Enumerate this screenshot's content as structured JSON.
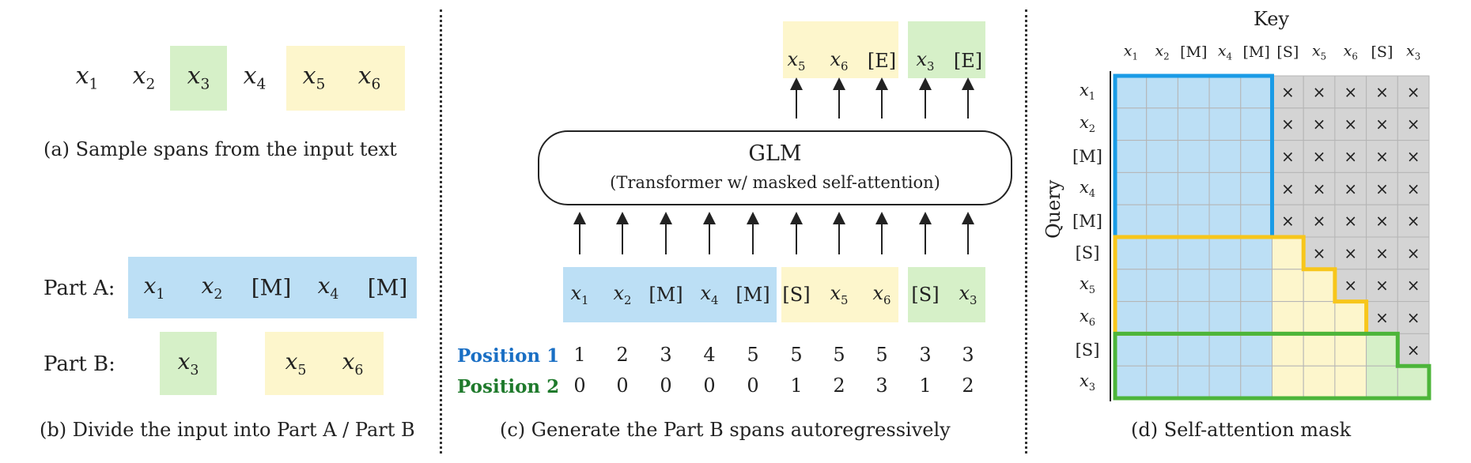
{
  "panel_a": {
    "tokens": [
      {
        "id": "x1",
        "base": "x",
        "sub": "1",
        "color": "none"
      },
      {
        "id": "x2",
        "base": "x",
        "sub": "2",
        "color": "none"
      },
      {
        "id": "x3",
        "base": "x",
        "sub": "3",
        "color": "green"
      },
      {
        "id": "x4",
        "base": "x",
        "sub": "4",
        "color": "none"
      },
      {
        "id": "x5",
        "base": "x",
        "sub": "5",
        "color": "yellow"
      },
      {
        "id": "x6",
        "base": "x",
        "sub": "6",
        "color": "yellow"
      }
    ],
    "caption": "(a)  Sample spans from the input text"
  },
  "panel_b": {
    "part_a_label": "Part A:",
    "part_a_tokens": [
      {
        "base": "x",
        "sub": "1"
      },
      {
        "base": "x",
        "sub": "2"
      },
      {
        "base": "[M]",
        "sub": ""
      },
      {
        "base": "x",
        "sub": "4"
      },
      {
        "base": "[M]",
        "sub": ""
      }
    ],
    "part_b_label": "Part B:",
    "part_b_span1": [
      {
        "base": "x",
        "sub": "3"
      }
    ],
    "part_b_span2": [
      {
        "base": "x",
        "sub": "5"
      },
      {
        "base": "x",
        "sub": "6"
      }
    ],
    "caption": "(b)  Divide the input into Part A / Part B"
  },
  "panel_c": {
    "glm_title": "GLM",
    "glm_subtitle": "(Transformer w/ masked self-attention)",
    "output_tokens": [
      {
        "base": "x",
        "sub": "5",
        "group": "yellow"
      },
      {
        "base": "x",
        "sub": "6",
        "group": "yellow"
      },
      {
        "base": "[E]",
        "sub": "",
        "group": "yellow"
      },
      {
        "base": "x",
        "sub": "3",
        "group": "green"
      },
      {
        "base": "[E]",
        "sub": "",
        "group": "green"
      }
    ],
    "input_tokens": [
      {
        "base": "x",
        "sub": "1",
        "group": "blue"
      },
      {
        "base": "x",
        "sub": "2",
        "group": "blue"
      },
      {
        "base": "[M]",
        "sub": "",
        "group": "blue"
      },
      {
        "base": "x",
        "sub": "4",
        "group": "blue"
      },
      {
        "base": "[M]",
        "sub": "",
        "group": "blue"
      },
      {
        "base": "[S]",
        "sub": "",
        "group": "yellow"
      },
      {
        "base": "x",
        "sub": "5",
        "group": "yellow"
      },
      {
        "base": "x",
        "sub": "6",
        "group": "yellow"
      },
      {
        "base": "[S]",
        "sub": "",
        "group": "green"
      },
      {
        "base": "x",
        "sub": "3",
        "group": "green"
      }
    ],
    "position1_label": "Position 1",
    "position2_label": "Position 2",
    "position1": [
      "1",
      "2",
      "3",
      "4",
      "5",
      "5",
      "5",
      "5",
      "3",
      "3"
    ],
    "position2": [
      "0",
      "0",
      "0",
      "0",
      "0",
      "1",
      "2",
      "3",
      "1",
      "2"
    ],
    "caption": "(c)  Generate the Part B spans autoregressively"
  },
  "panel_d": {
    "key_label": "Key",
    "query_label": "Query",
    "tokens": [
      {
        "base": "x",
        "sub": "1"
      },
      {
        "base": "x",
        "sub": "2"
      },
      {
        "base": "[M]",
        "sub": ""
      },
      {
        "base": "x",
        "sub": "4"
      },
      {
        "base": "[M]",
        "sub": ""
      },
      {
        "base": "[S]",
        "sub": ""
      },
      {
        "base": "x",
        "sub": "5"
      },
      {
        "base": "x",
        "sub": "6"
      },
      {
        "base": "[S]",
        "sub": ""
      },
      {
        "base": "x",
        "sub": "3"
      }
    ],
    "masked_symbol": "×",
    "caption": "(d)  Self-attention mask"
  },
  "colors": {
    "blue_fill": "#bcdff5",
    "green_fill": "#d6f0c8",
    "yellow_fill": "#fdf6cc",
    "gray_fill": "#d4d4d4",
    "blue_border": "#1a9be6",
    "yellow_border": "#f7c61b",
    "green_border": "#4cb53a",
    "position1_color": "#1a6fc4",
    "position2_color": "#1f7a2c"
  }
}
